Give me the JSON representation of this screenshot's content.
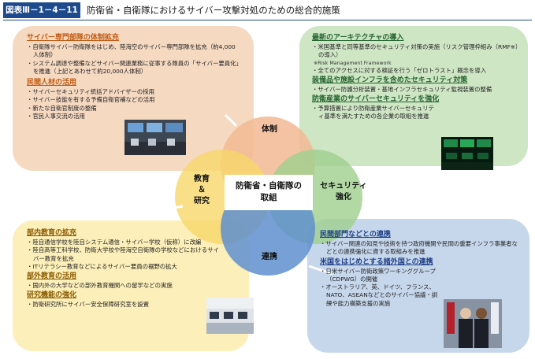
{
  "figure": {
    "label": "図表Ⅲ－1－4－11",
    "title": "防衛省・自衛隊におけるサイバー攻撃対処のための総合的施策"
  },
  "center": {
    "line1": "防衛省・自衛隊の",
    "line2": "取組",
    "top": "体制",
    "left_line1": "教育",
    "left_line2": "＆",
    "left_line3": "研究",
    "right_line1": "セキュリティ",
    "right_line2": "強化",
    "bottom": "連携"
  },
  "colors": {
    "orange_circle": "#f2b893",
    "green_circle": "#9fd08d",
    "yellow_circle": "#f7d76a",
    "blue_circle": "#5f8fcf",
    "header_blue": "#1d4a8c"
  },
  "top_left": {
    "h1": "サイバー専門部隊の体制拡充",
    "i1": "・自衛隊サイバー防衛隊をはじめ、陸海空のサイバー専門部隊を拡充（約4,000人体制）",
    "i2": "・システム調達や整備などサイバー関連業務に従事する隊員の「サイバー要員化」を推進（上記とあわせて約20,000人体制）",
    "h2": "民間人材の活用",
    "i3": "・サイバーセキュリティ統括アドバイザーの採用",
    "i4": "・サイバー技能を有する予備自衛官補などの活用",
    "i5": "・新たな自衛官制度の整備",
    "i6": "・官民人事交流の活用"
  },
  "top_right": {
    "h1": "最新のアーキテクチャの導入",
    "i1": "・米国基準と同等基準のセキュリティ対策の実施（リスク管理枠組み（RMF※）の導入）",
    "note": "※Risk Management Framework",
    "i2": "・全てのアクセスに対する検証を行う「ゼロトラスト」概念を導入",
    "h2": "装備品や施設インフラを含めたセキュリティ対策",
    "i3": "・サイバー防護分析装置・基地インフラセキュリティ監視装置の整備",
    "h3": "防衛産業のサイバーセキュリティを強化",
    "i4": "・予算措置により防衛産業サイバーセキュリティ基準を満たすための各企業の取組を推進"
  },
  "bottom_left": {
    "h1": "部内教育の拡充",
    "i1": "・陸自通信学校を陸自システム通信・サイバー学校（仮称）に改編",
    "i2": "・陸自高等工科学校、防衛大学校や陸海空自衛隊の学校などにおけるサイバー教育を拡充",
    "i3": "・ITリテラシー教育などによるサイバー要員の裾野の拡大",
    "h2": "部外教育の活用",
    "i4": "・国内外の大学などの部外教育機関への留学などの実施",
    "h3": "研究機能の強化",
    "i5": "・防衛研究所にサイバー安全保障研究室を設置"
  },
  "bottom_right": {
    "h1": "民間部門などとの連携",
    "i1": "・サイバー関連の知見や技術を持つ政府機関や民間の重要インフラ事業者などとの連携強化に資する取組みを推進",
    "h2": "米国をはじめとする諸外国との連携",
    "i2": "・日米サイバー防衛政策ワーキンググループ（CDPWG）の開催",
    "i3": "・オーストラリア、英、ドイツ、フランス、NATO、ASEANなどとのサイバー協議・訓練や能力構築支援の実施"
  }
}
